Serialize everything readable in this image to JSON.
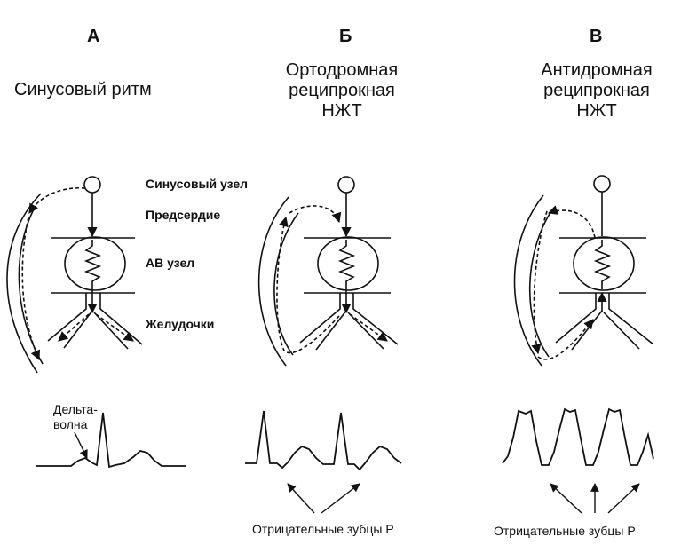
{
  "columns": [
    {
      "letter": "А",
      "title": "Синусовый ритм"
    },
    {
      "letter": "Б",
      "title": "Ортодромная\nреципрокная\nНЖТ"
    },
    {
      "letter": "В",
      "title": "Антидромная\nреципрокная\nНЖТ"
    }
  ],
  "structure_labels": {
    "sinus_node": "Синусовый узел",
    "atrium": "Предсердие",
    "av_node": "АВ узел",
    "ventricles": "Желудочки"
  },
  "delta_wave_label": "Дельта-\nволна",
  "negative_p_label": "Отрицательные зубцы Р",
  "colors": {
    "ink": "#111111",
    "background": "#ffffff"
  }
}
